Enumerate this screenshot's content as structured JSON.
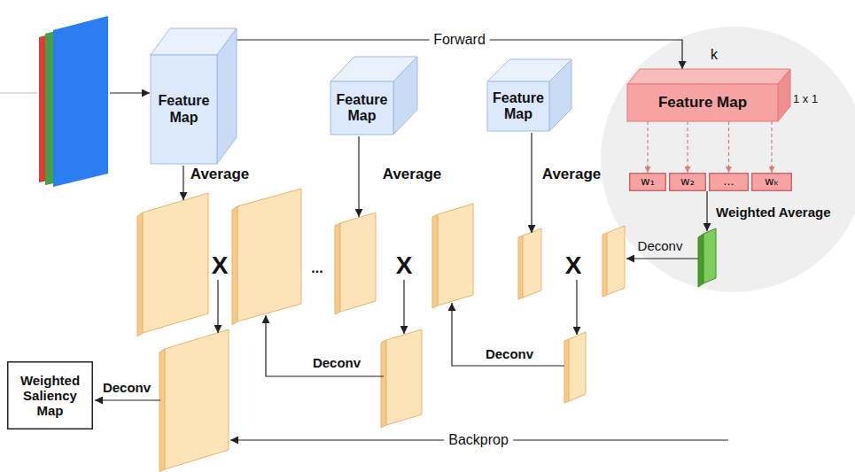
{
  "diagram": {
    "nodes": [
      {
        "text": [
          "Feature Map"
        ]
      },
      {
        "text": [
          "Feature Map"
        ]
      },
      {
        "text": [
          "Feature Map"
        ]
      },
      {
        "text": [
          "Feature Map"
        ]
      },
      {
        "text": [
          "w₁"
        ]
      },
      {
        "text": [
          "w₂"
        ]
      },
      {
        "text": [
          "..."
        ]
      },
      {
        "text": [
          "wₖ"
        ]
      },
      {
        "text": [
          "Weighted Saliency Map"
        ]
      }
    ],
    "edges": [
      {
        "from": 0,
        "to": 3,
        "arrow": "to",
        "label": "Forward"
      },
      {
        "from": 3,
        "to": 4,
        "arrow": "to"
      },
      {
        "from": 3,
        "to": 5,
        "arrow": "to"
      },
      {
        "from": 3,
        "to": 6,
        "arrow": "to"
      },
      {
        "from": 3,
        "to": 7,
        "arrow": "to"
      }
    ],
    "labels": [
      "Average",
      "Average",
      "Average",
      "Weighted Average",
      "Deconv",
      "X",
      "...",
      "X",
      "X",
      "Deconv",
      "Deconv",
      "Deconv",
      "Backprop",
      "k",
      "1 x 1"
    ]
  }
}
